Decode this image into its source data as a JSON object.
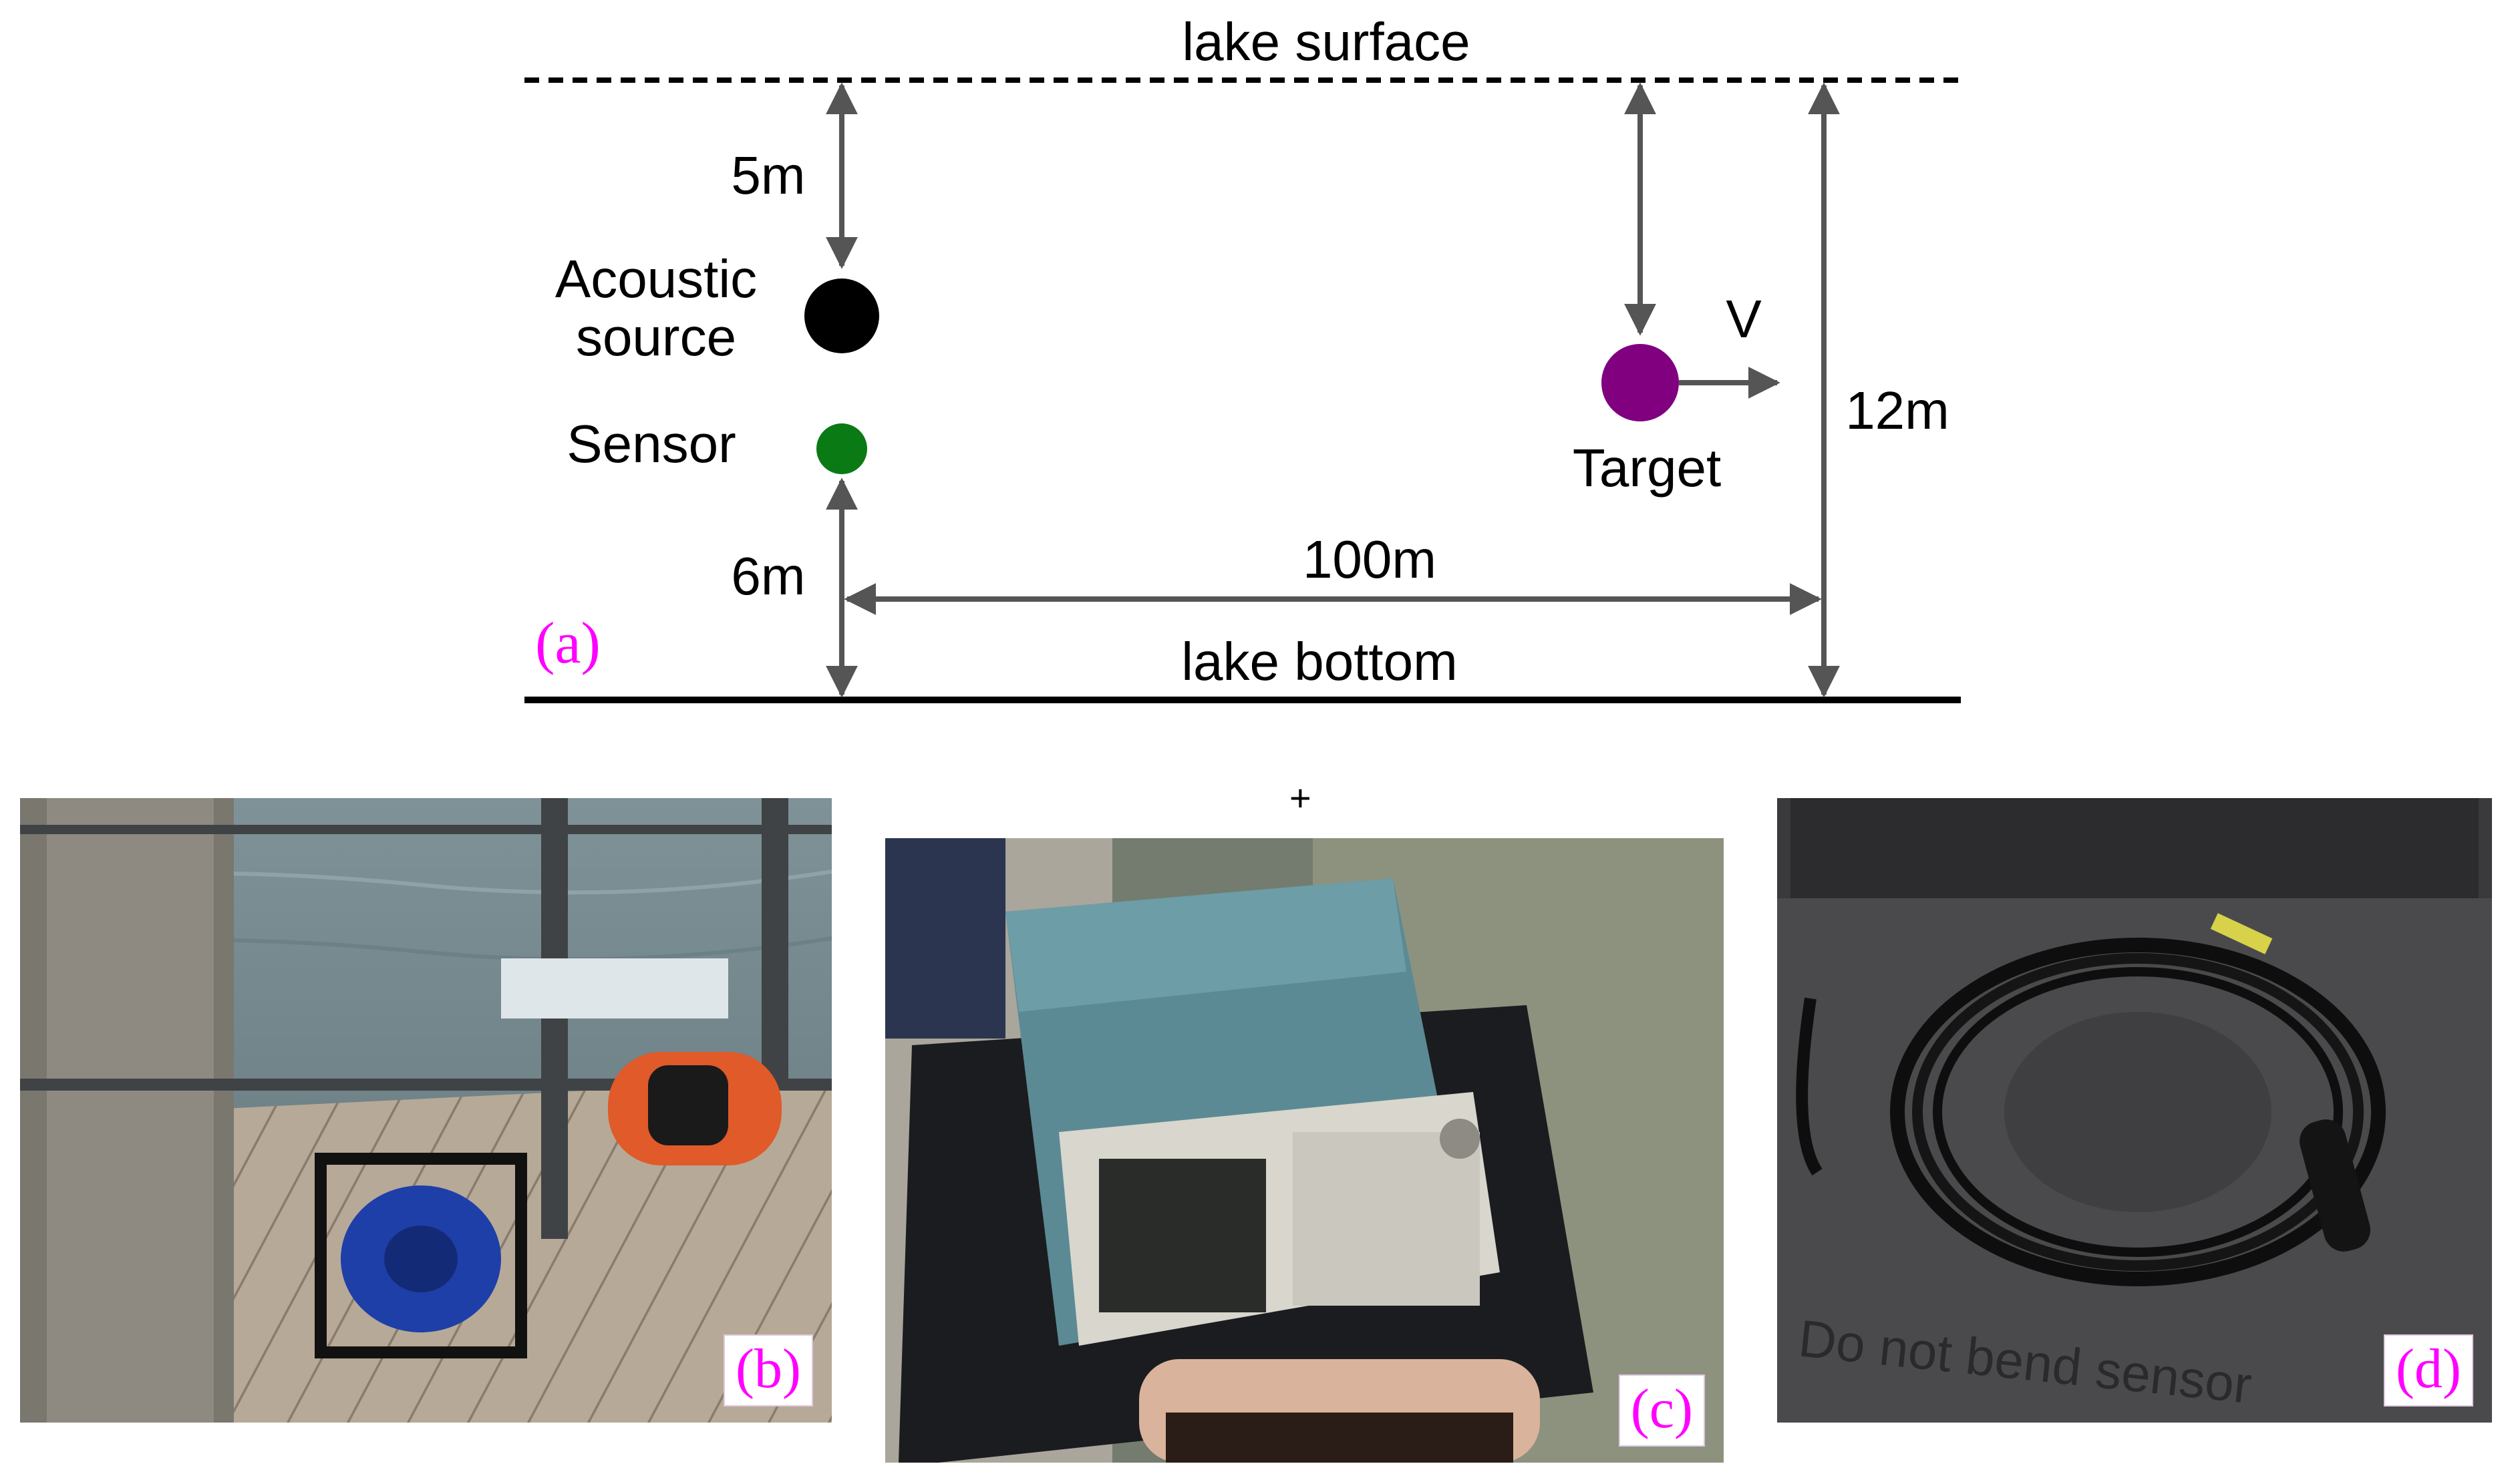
{
  "diagram": {
    "surface_label": "lake surface",
    "bottom_label": "lake bottom",
    "source_label_line1": "Acoustic",
    "source_label_line2": "source",
    "sensor_label": "Sensor",
    "target_label": "Target",
    "velocity_label": "V",
    "depth_source_label": "5m",
    "height_sensor_label": "6m",
    "total_depth_label": "12m",
    "distance_label": "100m",
    "panel_label": "(a)",
    "colors": {
      "source": "#000000",
      "sensor": "#0a7a14",
      "target": "#800080",
      "arrow": "#555555",
      "panel_label": "#ff00ff"
    }
  },
  "photos": {
    "b": {
      "label": "(b)"
    },
    "c": {
      "label": "(c)"
    },
    "d": {
      "label": "(d)",
      "case_text": "Do not bend sensor"
    }
  },
  "misc": {
    "plus_mark": "+"
  }
}
